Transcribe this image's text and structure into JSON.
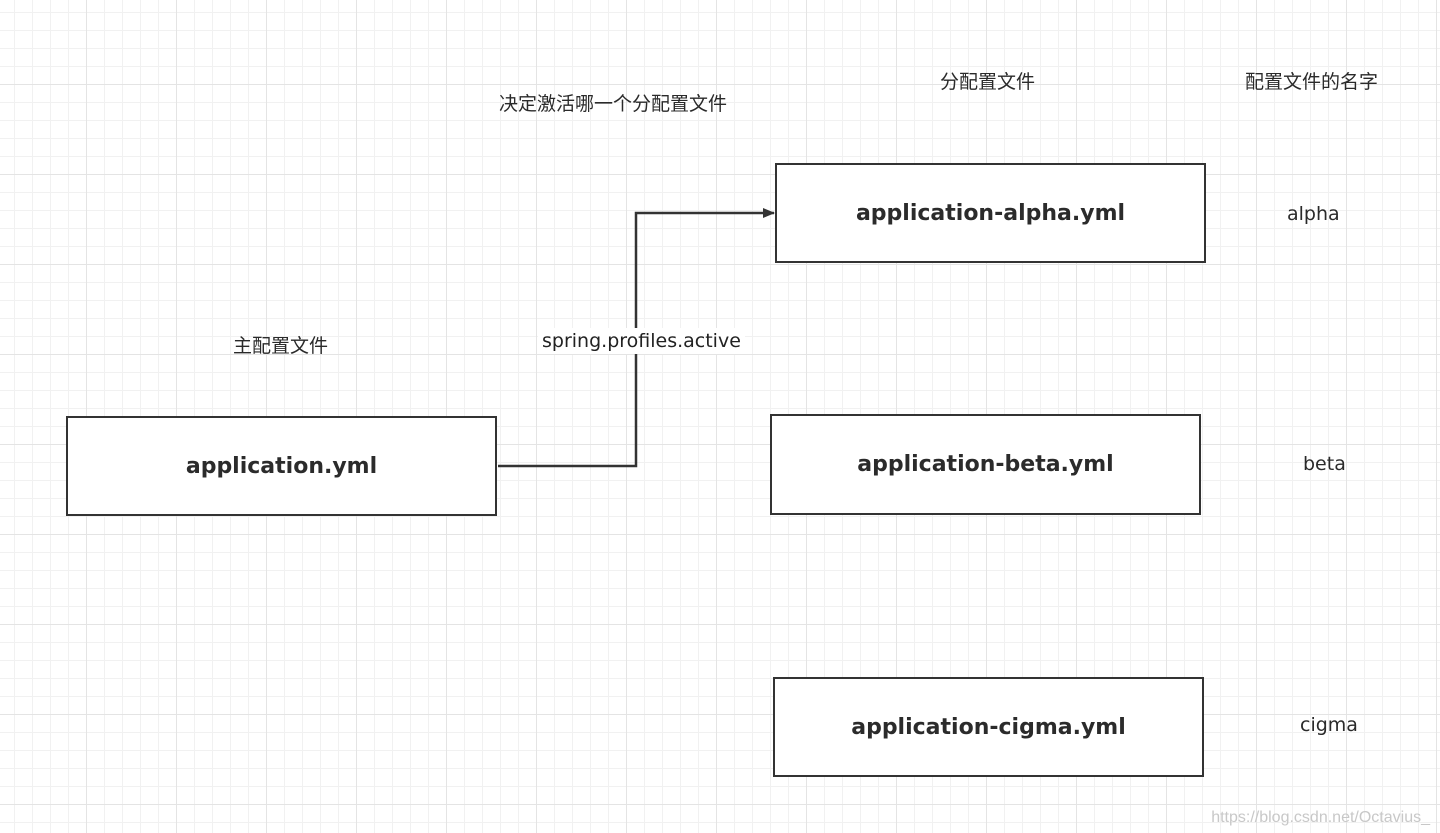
{
  "headers": {
    "decide_label": "决定激活哪一个分配置文件",
    "sub_config_label": "分配置文件",
    "config_name_label": "配置文件的名字",
    "main_config_label": "主配置文件"
  },
  "main_node": {
    "label": "application.yml"
  },
  "edge": {
    "label": "spring.profiles.active"
  },
  "profiles": [
    {
      "file": "application-alpha.yml",
      "name": "alpha"
    },
    {
      "file": "application-beta.yml",
      "name": "beta"
    },
    {
      "file": "application-cigma.yml",
      "name": "cigma"
    }
  ],
  "watermark": "https://blog.csdn.net/Octavius_",
  "colors": {
    "stroke": "#333333",
    "grid_major": "#e4e4e4",
    "grid_minor": "#f1f1f1",
    "watermark": "#c8c8c8"
  }
}
